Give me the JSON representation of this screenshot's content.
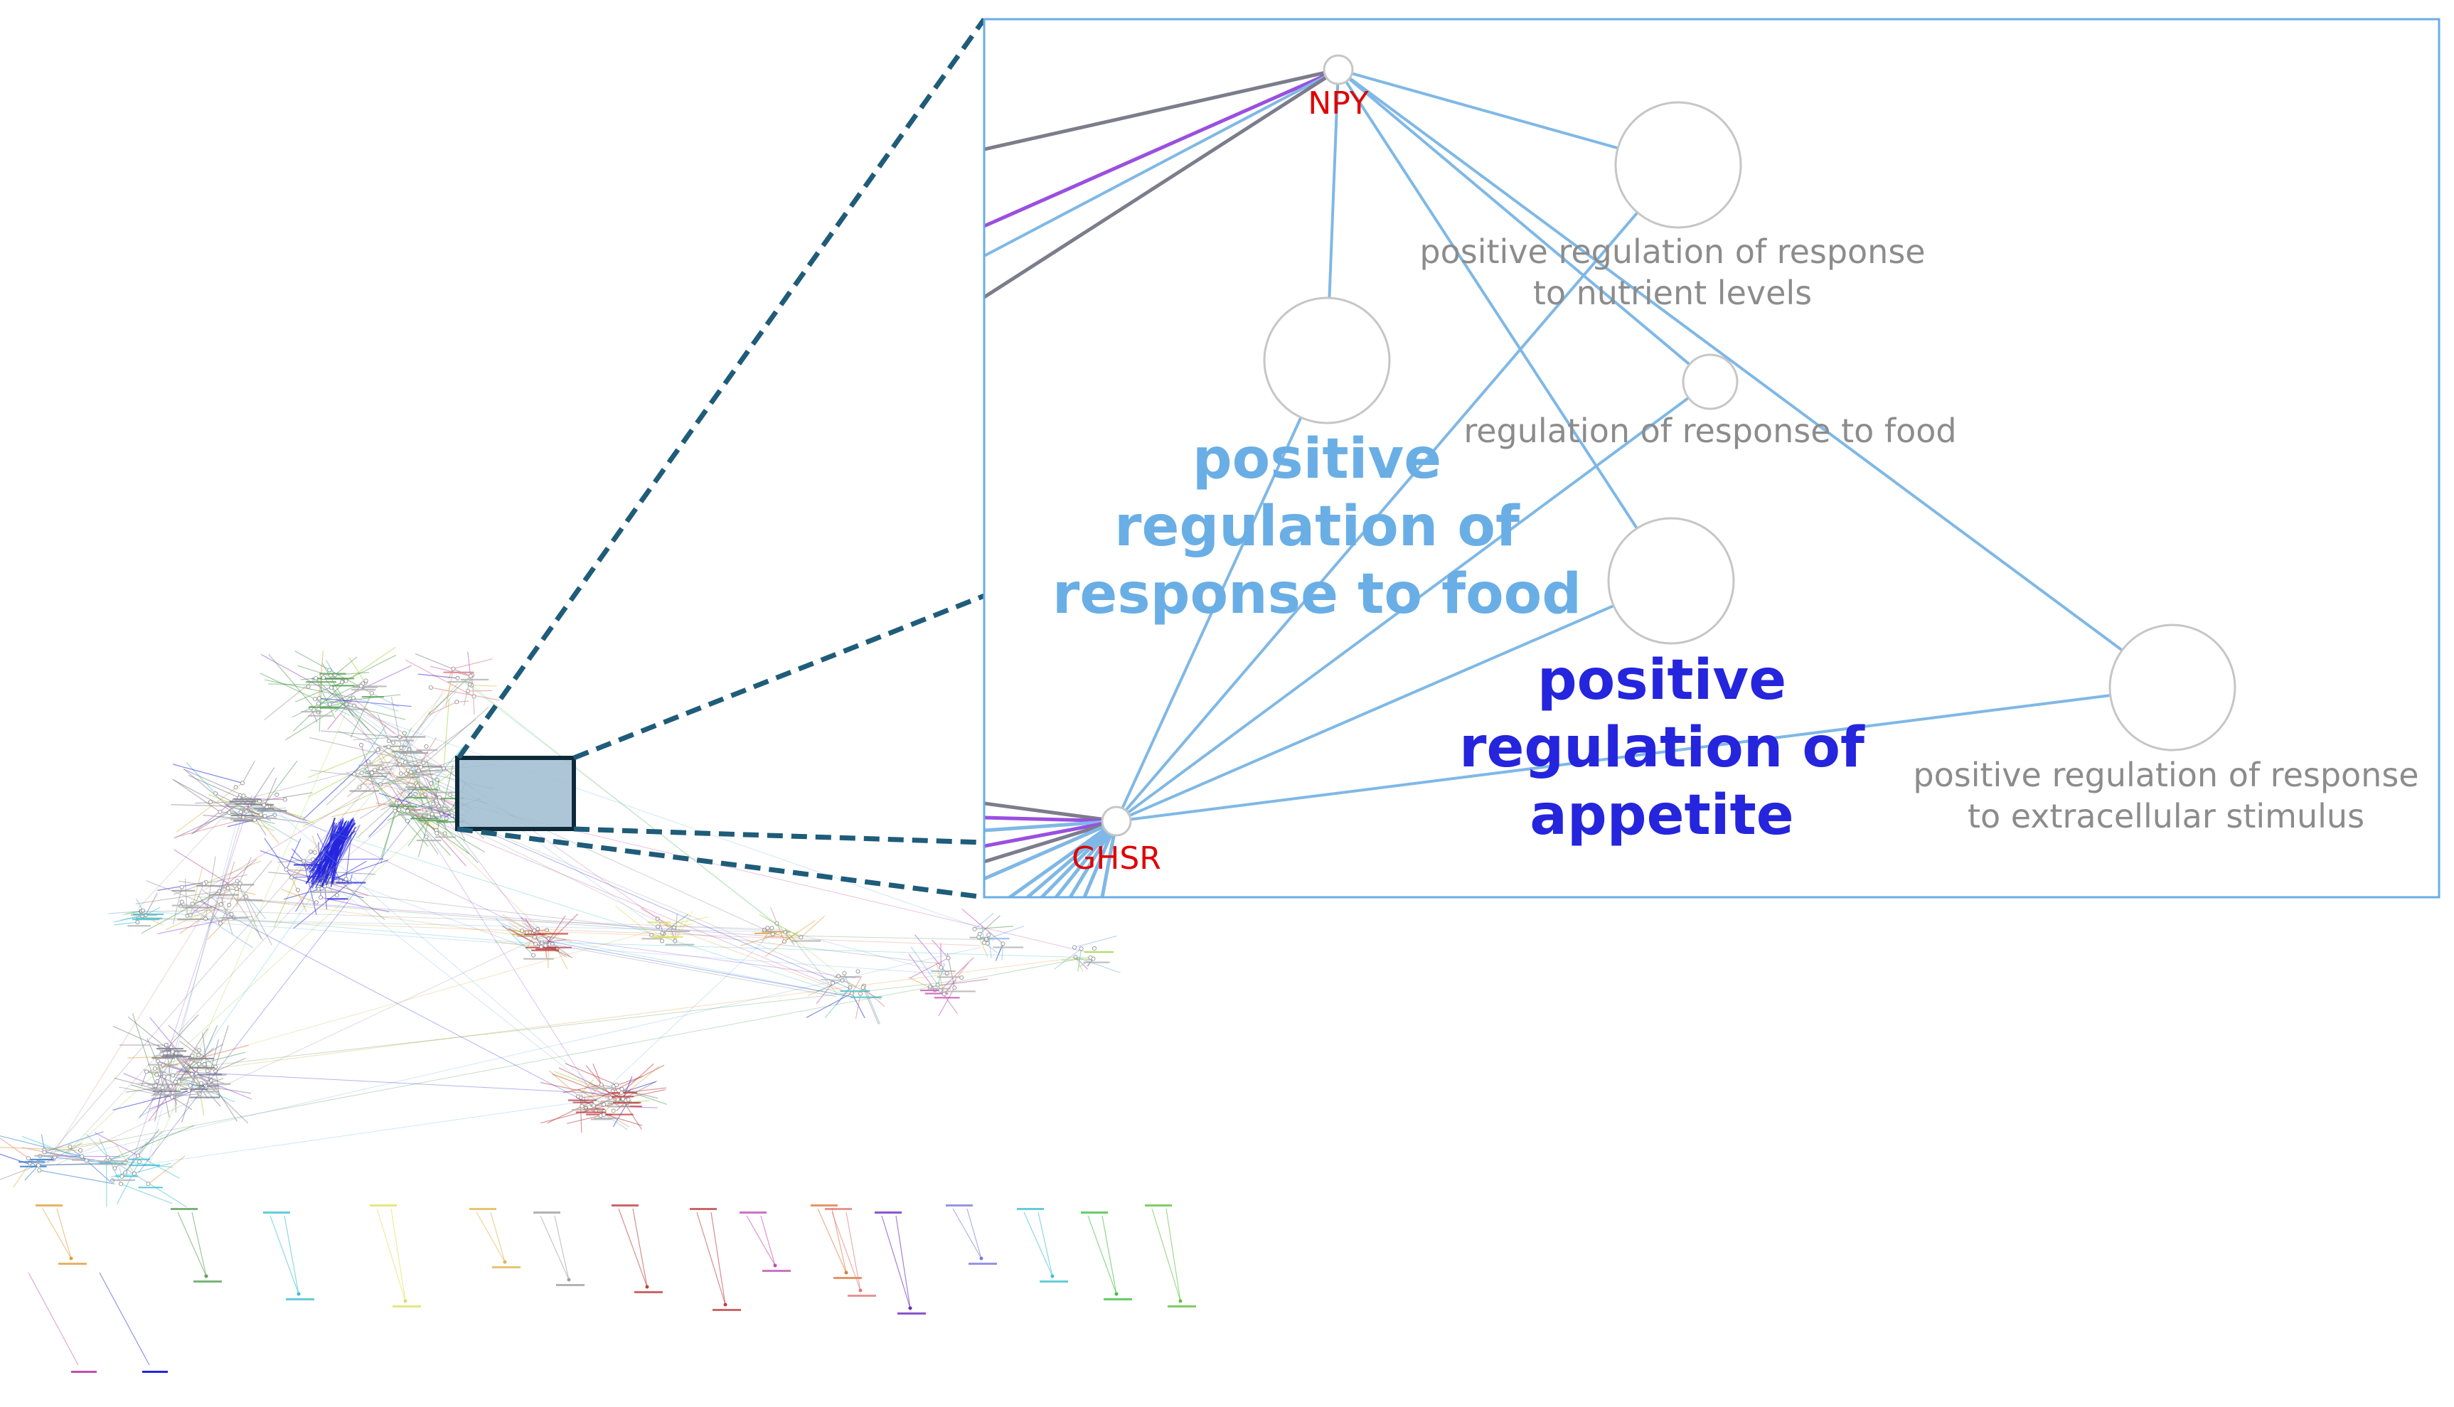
{
  "colors": {
    "gene_label": "#e00000",
    "edge_light_blue": "#7fb8e6",
    "edge_purple": "#9a4fe0",
    "edge_gray": "#7c7c8c",
    "highlight_light_blue": "#6aaee6",
    "highlight_blue": "#2525dd",
    "term_gray": "#8c8c8c",
    "node_outline": "#c6c6c6",
    "zoom_border": "#6aaee6",
    "dashed_connector": "#1f5c7a",
    "selection_fill": "#9fbcd0",
    "selection_border": "#0e2a38"
  },
  "zoom": {
    "genes": [
      {
        "id": "npy",
        "label": "NPY"
      },
      {
        "id": "ghsr",
        "label": "GHSR"
      }
    ],
    "terms": [
      {
        "id": "nutrient",
        "lines": [
          "positive regulation of response",
          "to nutrient levels"
        ],
        "style": "gray"
      },
      {
        "id": "food",
        "lines": [
          "regulation of response to food"
        ],
        "style": "gray"
      },
      {
        "id": "pos_food",
        "lines": [
          "positive",
          "regulation of",
          "response to food"
        ],
        "style": "light-blue"
      },
      {
        "id": "appetite",
        "lines": [
          "positive",
          "regulation of",
          "appetite"
        ],
        "style": "blue"
      },
      {
        "id": "extracellular",
        "lines": [
          "positive regulation of response",
          "to extracellular stimulus"
        ],
        "style": "gray"
      }
    ]
  }
}
